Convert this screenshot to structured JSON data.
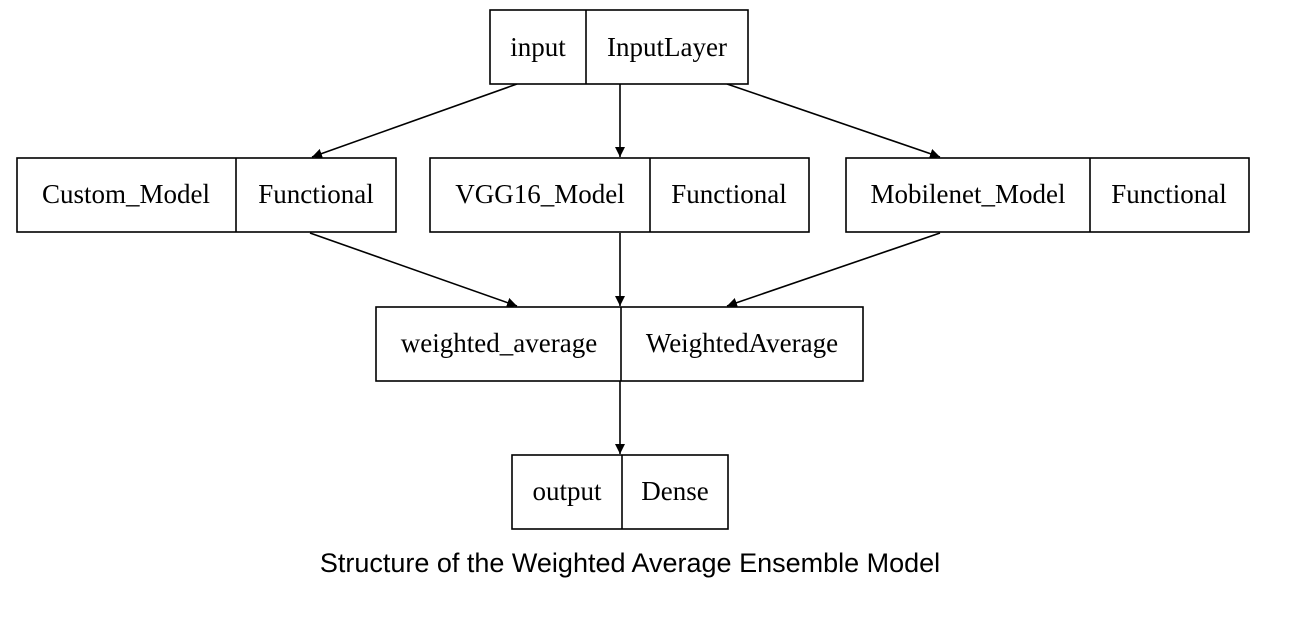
{
  "nodes": [
    {
      "id": "input",
      "name": "input",
      "type": "InputLayer"
    },
    {
      "id": "custom",
      "name": "Custom_Model",
      "type": "Functional"
    },
    {
      "id": "vgg16",
      "name": "VGG16_Model",
      "type": "Functional"
    },
    {
      "id": "mobilenet",
      "name": "Mobilenet_Model",
      "type": "Functional"
    },
    {
      "id": "weighted",
      "name": "weighted_average",
      "type": "WeightedAverage"
    },
    {
      "id": "output",
      "name": "output",
      "type": "Dense"
    }
  ],
  "edges": [
    {
      "from": "input",
      "to": "custom"
    },
    {
      "from": "input",
      "to": "vgg16"
    },
    {
      "from": "input",
      "to": "mobilenet"
    },
    {
      "from": "custom",
      "to": "weighted"
    },
    {
      "from": "vgg16",
      "to": "weighted"
    },
    {
      "from": "mobilenet",
      "to": "weighted"
    },
    {
      "from": "weighted",
      "to": "output"
    }
  ],
  "caption": "Structure of the Weighted Average Ensemble Model"
}
